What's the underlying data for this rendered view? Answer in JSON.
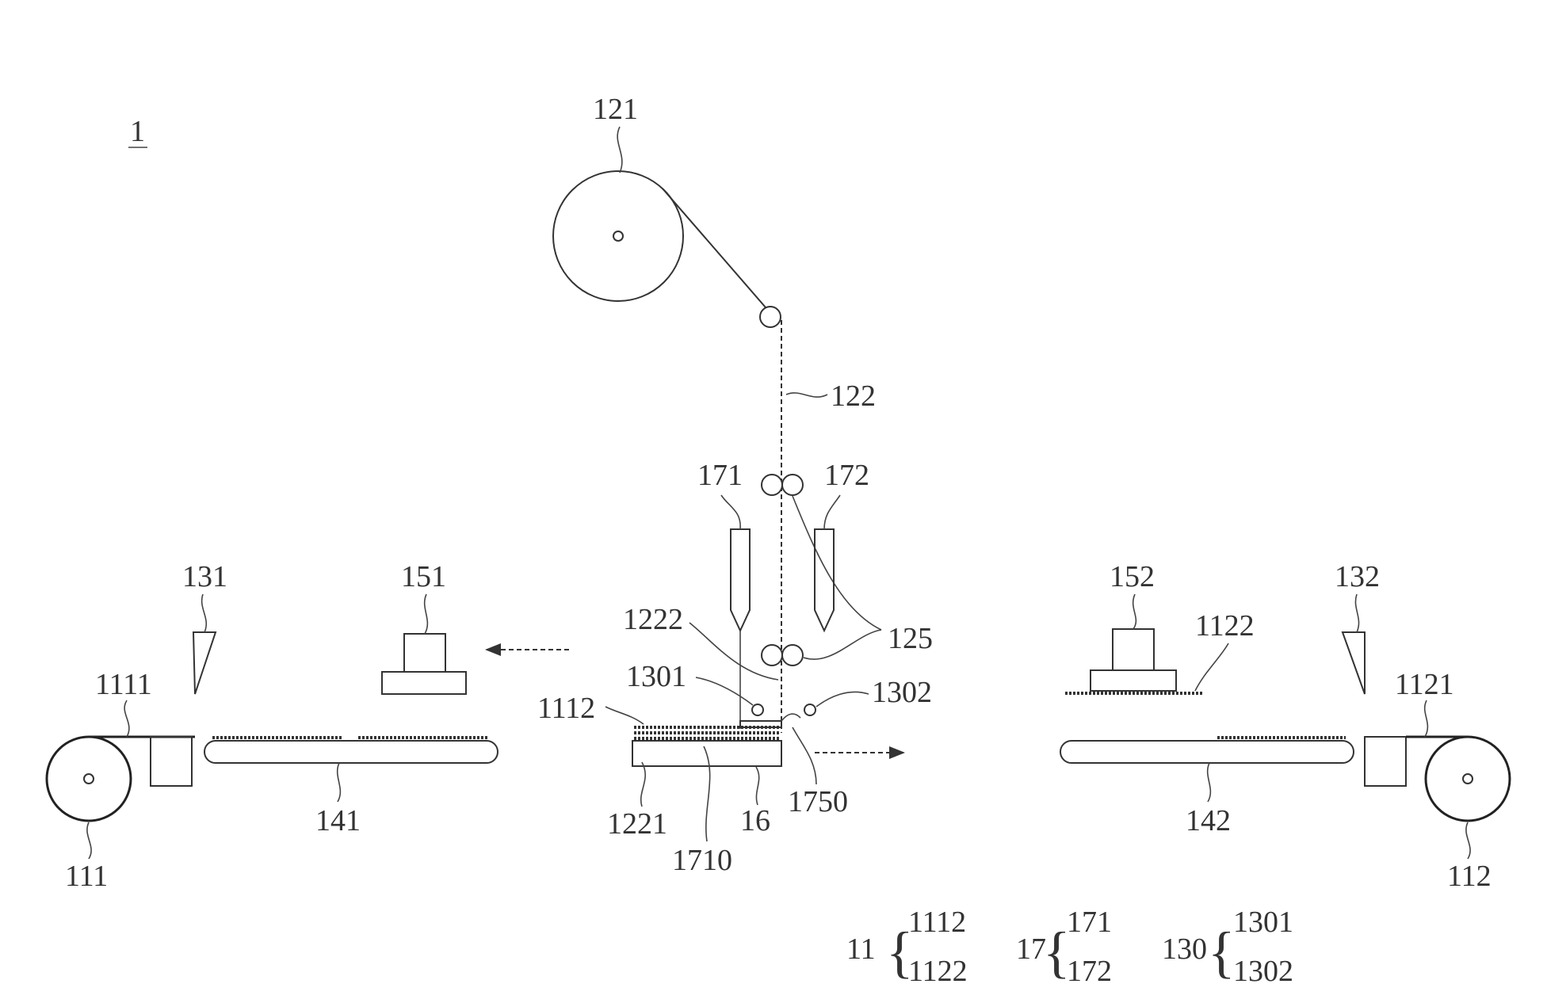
{
  "diagram": {
    "figure_label": "1",
    "parts": {
      "unwind_roll_top": "121",
      "separator_film": "122",
      "nip_rollers": "125",
      "nozzle_left": "171",
      "nozzle_right": "172",
      "cutter_left": "131",
      "cutter_right": "132",
      "press_left": "151",
      "press_right": "152",
      "electrode_left": "1111",
      "electrode_right": "1121",
      "conveyor_left": "141",
      "conveyor_right": "142",
      "roll_left": "111",
      "roll_right": "112",
      "stack_upper": "1112",
      "film_left_part": "1222",
      "roller_left": "1301",
      "roller_right": "1302",
      "stack_bottom_layer": "1221",
      "adhesive_layer": "1710",
      "table": "16",
      "seal_edge": "1750",
      "electrode_piece_right": "1122"
    },
    "legend": [
      {
        "group": "11",
        "members": [
          "1112",
          "1122"
        ]
      },
      {
        "group": "17",
        "members": [
          "171",
          "172"
        ]
      },
      {
        "group": "130",
        "members": [
          "1301",
          "1302"
        ]
      }
    ]
  }
}
